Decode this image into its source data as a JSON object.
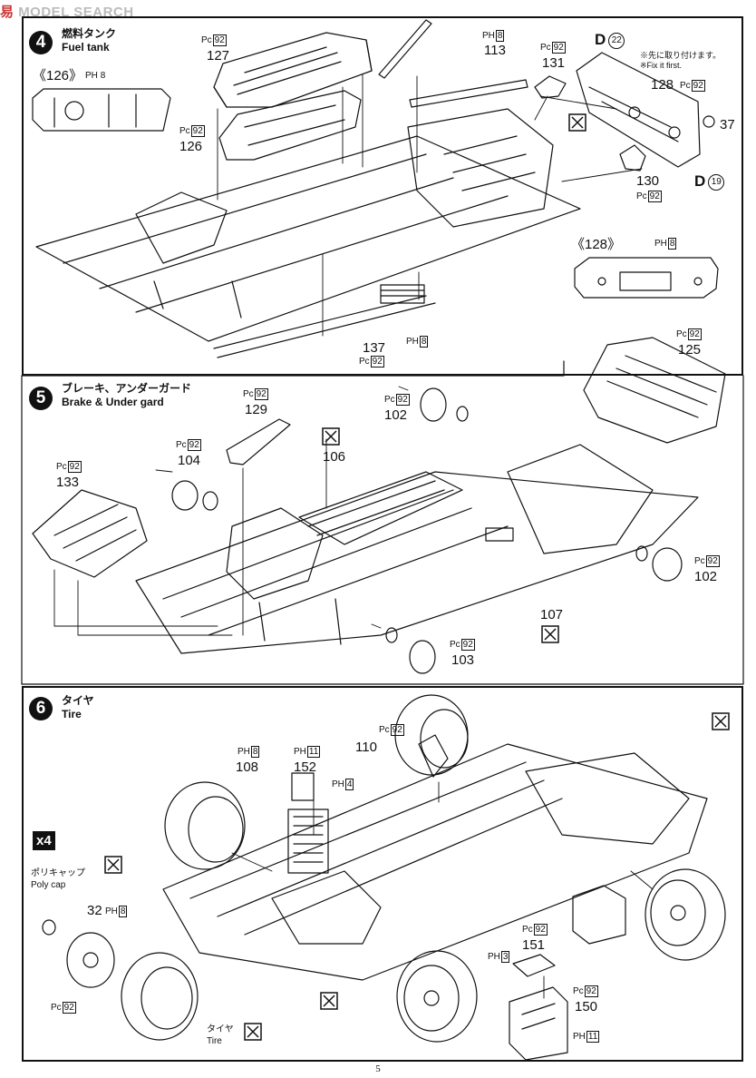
{
  "watermark": {
    "cn": "易",
    "en": "MODEL SEARCH"
  },
  "steps": [
    {
      "number": "4",
      "title_ja": "燃料タンク",
      "title_en": "Fuel tank"
    },
    {
      "number": "5",
      "title_ja": "ブレーキ、アンダーガード",
      "title_en": "Brake & Under gard"
    },
    {
      "number": "6",
      "title_ja": "タイヤ",
      "title_en": "Tire"
    }
  ],
  "step4": {
    "parts": [
      "127",
      "113",
      "131",
      "126",
      "128",
      "37",
      "130",
      "137"
    ],
    "callouts": [
      "《126》",
      "《128》"
    ],
    "d22": "D",
    "d22_n": "22",
    "d19": "D",
    "d19_n": "19",
    "note_ja": "※先に取り付けます。",
    "note_en": "※Fix it first."
  },
  "step5": {
    "parts": [
      "129",
      "102",
      "125",
      "104",
      "106",
      "133",
      "102",
      "107",
      "103"
    ]
  },
  "step6": {
    "parts": [
      "110",
      "108",
      "152",
      "32",
      "151",
      "150"
    ],
    "x4": "x4",
    "polycap_ja": "ポリキャップ",
    "polycap_en": "Poly cap",
    "tire_ja": "タイヤ",
    "tire_en": "Tire"
  },
  "materials": {
    "pc": "Pc",
    "ph": "PH",
    "n92": "92",
    "n8": "8",
    "n11": "11",
    "n4": "4",
    "n3": "3"
  },
  "page_number": "5"
}
